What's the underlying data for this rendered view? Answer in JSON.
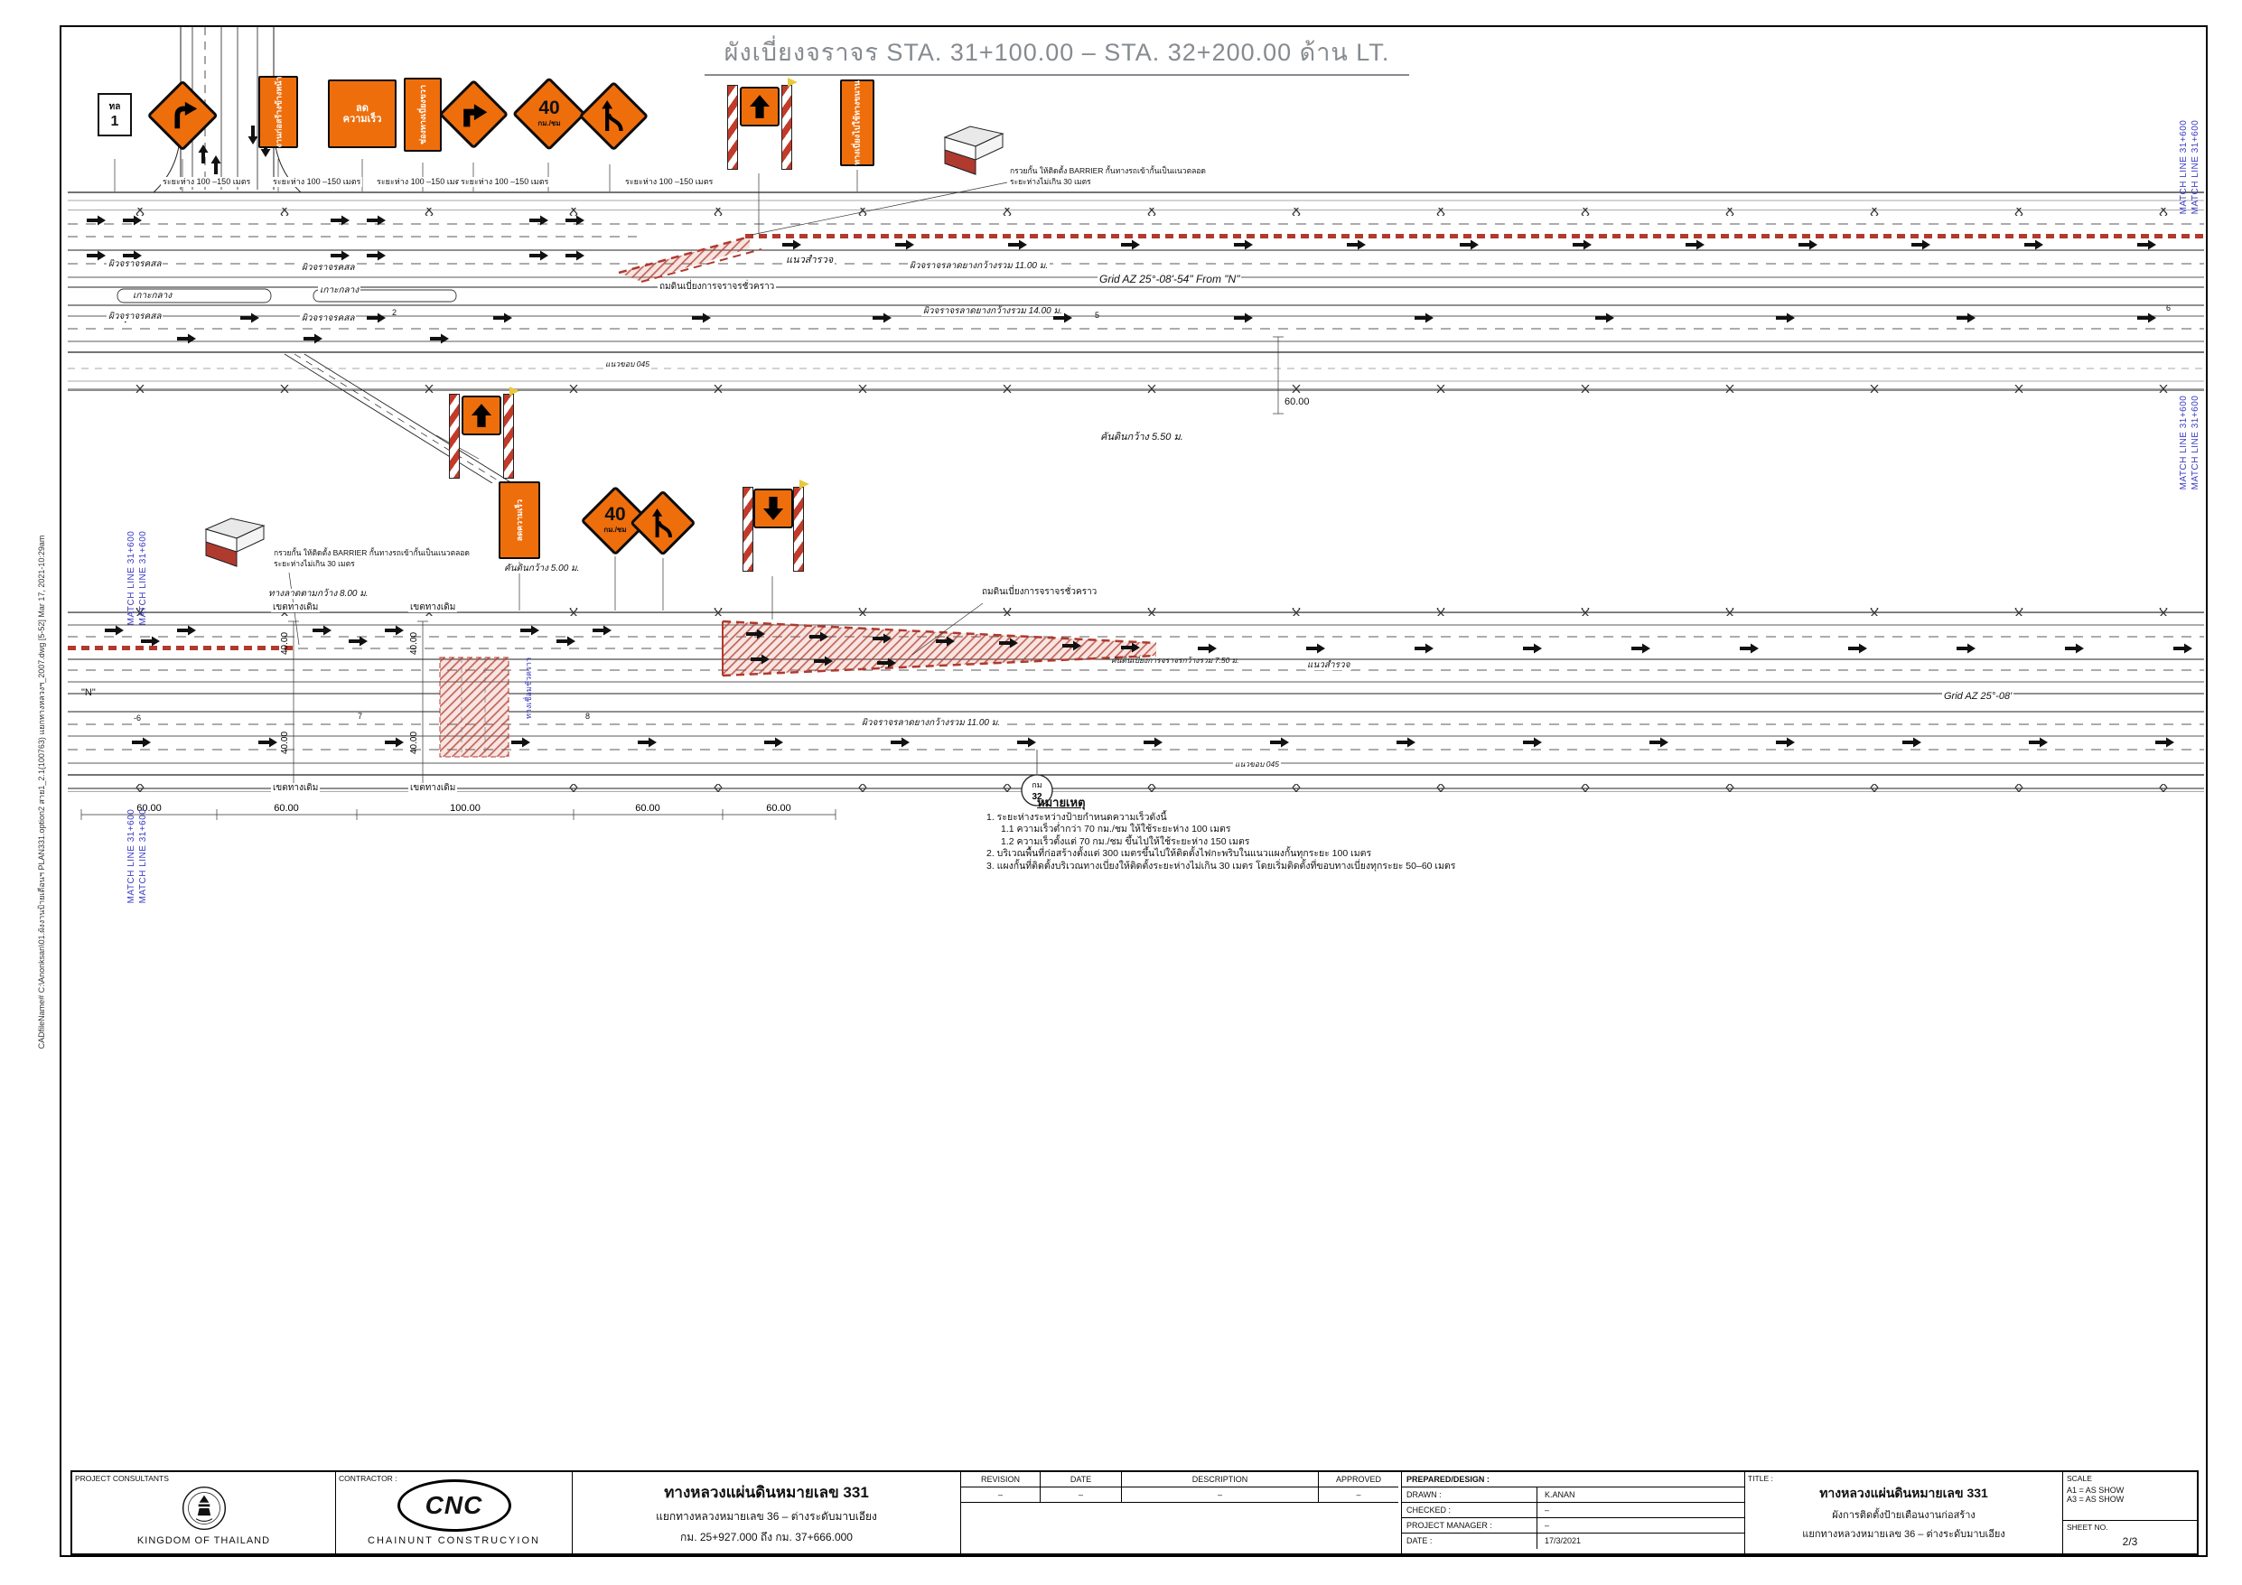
{
  "meta": {
    "file_info": "CADfileName# C:\\Anonksan\\01.ผังงานป้ายเตือนฯ PLAN331.option2 สาย1_2.1(100763) แยกทางหลวงฯ_2007.dwg  [5-52]  Mar 17, 2021-10:29am"
  },
  "header": {
    "title": "ผังเบี่ยงจราจร  STA. 31+100.00  –  STA. 32+200.00  ด้าน  LT."
  },
  "labels": {
    "spacing": "ระยะห่าง 100 –150 เมตร",
    "pavement": "ผิวจราจรคสล",
    "median": "เกาะกลาง",
    "survey": "แนวสำรวจ",
    "asphalt11": "ผิวจราจรลาดยางกว้างรวม 11.00 ม.",
    "asphalt14": "ผิวจราจรลาดยางกว้างรวม 14.00 ม.",
    "grid_top": "Grid AZ  25°-08'-54\"  From \"N\"",
    "grid_bottom": "Grid AZ  25°-08'",
    "temp_fill": "ถมดินเบี่ยงการจราจรชั่วคราว",
    "berm55": "คันดินกว้าง 5.50 ม.",
    "berm50": "คันดินกว้าง 5.00 ม.",
    "berm75": "คันดินเบี่ยงการจราจรกว้างรวม 7.50 ม.",
    "ramp8": "ทางลาดตามกว้าง 8.00 ม.",
    "row_limit": "เขตทางเดิม",
    "connector": "ทางเชื่อมชั่วคราว",
    "line045": "แนวขอบ 045",
    "n": "\"N\"",
    "num2": "2",
    "num5": "5",
    "num6": "6",
    "numm6": "-6",
    "num7": "7",
    "num8": "8",
    "d60": "60.00",
    "d100": "100.00",
    "d40": "40.00",
    "km": "กม",
    "km32": "32",
    "barrier_l1": "กรวยกั้น ให้ติดตั้ง BARRIER กั้นทางรถเข้ากั้นเป็นแนวตลอด",
    "barrier_l2": "ระยะห่างไม่เกิน 30 เมตร",
    "match": "MATCH LINE 31+600"
  },
  "signs": {
    "route_top": "ทล",
    "route_num": "1",
    "construction": "งานก่อสร้างข้างหน้า",
    "reduce_l1": "ลด",
    "reduce_l2": "ความเร็ว",
    "reduce_tall": "ลดความเร็ว",
    "divert": "ช่องทางเบี่ยงขวา",
    "speed_num": "40",
    "speed_unit": "กม./ชม",
    "detour_parallel": "ทางเบี่ยงไปใช้ทางขนาน"
  },
  "notes": {
    "heading": "หมายเหตุ",
    "n1": "1. ระยะห่างระหว่างป้ายกำหนดความเร็วดังนี้",
    "n11": "1.1 ความเร็วต่ำกว่า 70 กม./ชม ให้ใช้ระยะห่าง 100 เมตร",
    "n12": "1.2 ความเร็วตั้งแต่ 70 กม./ชม ขึ้นไปให้ใช้ระยะห่าง 150 เมตร",
    "n2": "2. บริเวณพื้นที่ก่อสร้างตั้งแต่ 300 เมตรขึ้นไปให้ติดตั้งไฟกะพริบในแนวแผงกั้นทุกระยะ 100 เมตร",
    "n3": "3. แผงกั้นที่ติดตั้งบริเวณทางเบี่ยงให้ติดตั้งระยะห่างไม่เกิน 30 เมตร โดยเริ่มติดตั้งที่ขอบทางเบี่ยงทุกระยะ 50–60 เมตร"
  },
  "titleblock": {
    "consultants_label": "PROJECT  CONSULTANTS",
    "kingdom": "KINGDOM OF THAILAND",
    "contractor_label": "CONTRACTOR :",
    "logo": "CNC",
    "contractor_name": "CHAINUNT CONSTRUCYION",
    "project1": "ทางหลวงแผ่นดินหมายเลข 331",
    "project2": "แยกทางหลวงหมายเลข 36 – ต่างระดับมาบเอียง",
    "project3": "กม. 25+927.000 ถึง กม. 37+666.000",
    "rev": "REVISION",
    "date": "DATE",
    "desc": "DESCRIPTION",
    "appr": "APPROVED",
    "dash": "–",
    "prepared_label": "PREPARED/DESIGN :",
    "drawn_label": "DRAWN :",
    "drawn": "K.ANAN",
    "checked_label": "CHECKED :",
    "checked": "–",
    "pm_label": "PROJECT MANAGER :",
    "pm": "–",
    "date_label": "DATE :",
    "date_value": "17/3/2021",
    "title_label": "TITLE :",
    "t1": "ทางหลวงแผ่นดินหมายเลข 331",
    "t2": "ผังการติดตั้งป้ายเตือนงานก่อสร้าง",
    "t3": "แยกทางหลวงหมายเลข 36 – ต่างระดับมาบเอียง",
    "scale_label": "SCALE",
    "scale1": "A1  =  AS SHOW",
    "scale2": "A3  =  AS SHOW",
    "sheet_label": "SHEET NO.",
    "sheet_no": "2/3"
  }
}
